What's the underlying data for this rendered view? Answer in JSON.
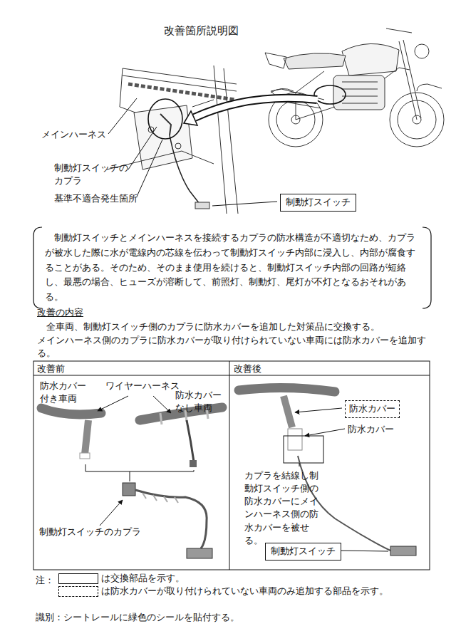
{
  "diagram": {
    "title": "改善箇所説明図",
    "nodes": [
      {
        "text": [
          "制動灯スイッチ"
        ]
      },
      {
        "text": [
          "制動灯スイッチとメインハーネスを接続するカプラの防水構造が不適切なため、カプラが被水した際に水が電線内の芯線を伝わって制動灯スイッチ内部に浸入し、内部が腐食することがある。そのため、そのまま使用を続けると、制動灯スイッチ内部の回路が短絡し、最悪の場合、ヒューズが溶断して、前照灯、制動灯、尾灯が不灯となるおそれがある。"
        ]
      },
      {
        "text": [
          "防水カバー"
        ]
      },
      {
        "text": [
          "制動灯スイッチ"
        ]
      }
    ],
    "labels": [
      "メインハーネス",
      "制動灯スイッチの カプラ",
      "基準不適合発生箇所",
      "改善の内容",
      "全車両、制動灯スイッチ側のカプラに防水カバーを追加した対策品に交換する。",
      "メインハーネス側のカプラに防水カバーが取り付けられていない車両には防水カバーを追加する。",
      "改善前",
      "改善後",
      "防水カバー 付き車両",
      "ワイヤーハーネス",
      "防水カバー なし車両",
      "制動灯スイッチのカプラ",
      "防水カバー",
      "カプラを結線し制動灯スイッチ側の防水カバーにメインハーネス側の防水カバーを被せる。",
      "注：",
      "識別：シートレールに緑色のシールを貼付する。"
    ],
    "legend": [
      {
        "text": "は交換部品を示す。"
      },
      {
        "text": "は防水カバーが取り付けられていない車両のみ追加する部品を示す。"
      }
    ]
  }
}
